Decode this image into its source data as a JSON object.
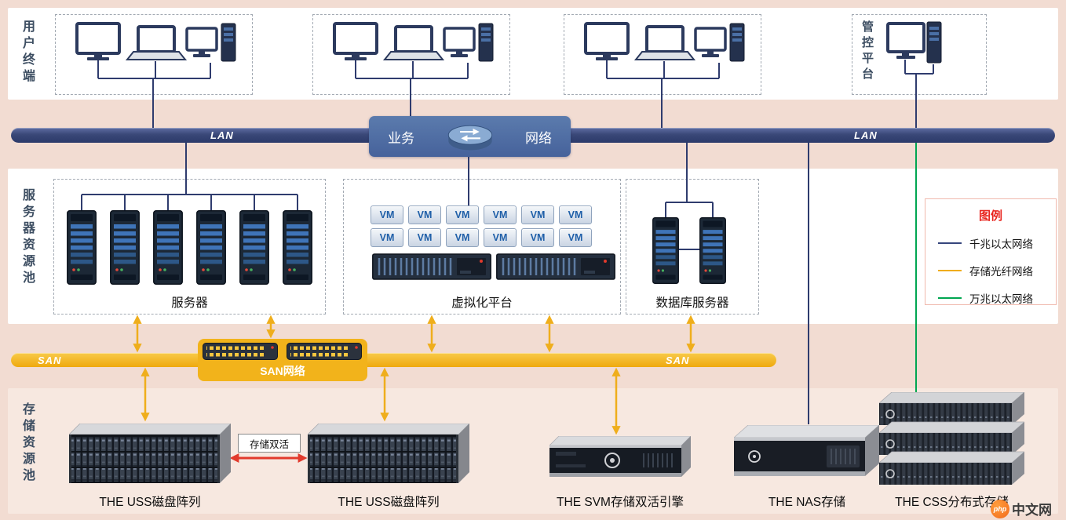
{
  "sections": {
    "user_terminals": "用户终端",
    "server_pool": "服务器资源池",
    "storage_pool": "存储资源池"
  },
  "management": {
    "label": "管控平台"
  },
  "lan": {
    "label": "LAN"
  },
  "business_network": {
    "left": "业务",
    "right": "网络"
  },
  "san": {
    "label": "SAN",
    "switch_label": "SAN网络"
  },
  "server_groups": {
    "servers": {
      "label": "服务器"
    },
    "virtualization": {
      "label": "虚拟化平台",
      "vm_label": "VM"
    },
    "database": {
      "label": "数据库服务器"
    }
  },
  "legend": {
    "title": "图例",
    "items": [
      {
        "label": "千兆以太网络",
        "color": "#36457c"
      },
      {
        "label": "存储光纤网络",
        "color": "#f0ad1d"
      },
      {
        "label": "万兆以太网络",
        "color": "#00a651"
      }
    ]
  },
  "storage": {
    "uss_left": {
      "label": "THE USS磁盘阵列"
    },
    "uss_right": {
      "label": "THE USS磁盘阵列"
    },
    "svm": {
      "label": "THE SVM存储双活引擎"
    },
    "nas": {
      "label": "THE NAS存储"
    },
    "css": {
      "label": "THE CSS分布式存储"
    },
    "dual_active_label": "存储双活"
  },
  "colors": {
    "background": "#f2dcd2",
    "lan_bar": "#33406f",
    "san_bar": "#f2b31b",
    "dual_active_arrow": "#e23a2c"
  },
  "watermark": {
    "logo": "php",
    "site": "中文网"
  }
}
